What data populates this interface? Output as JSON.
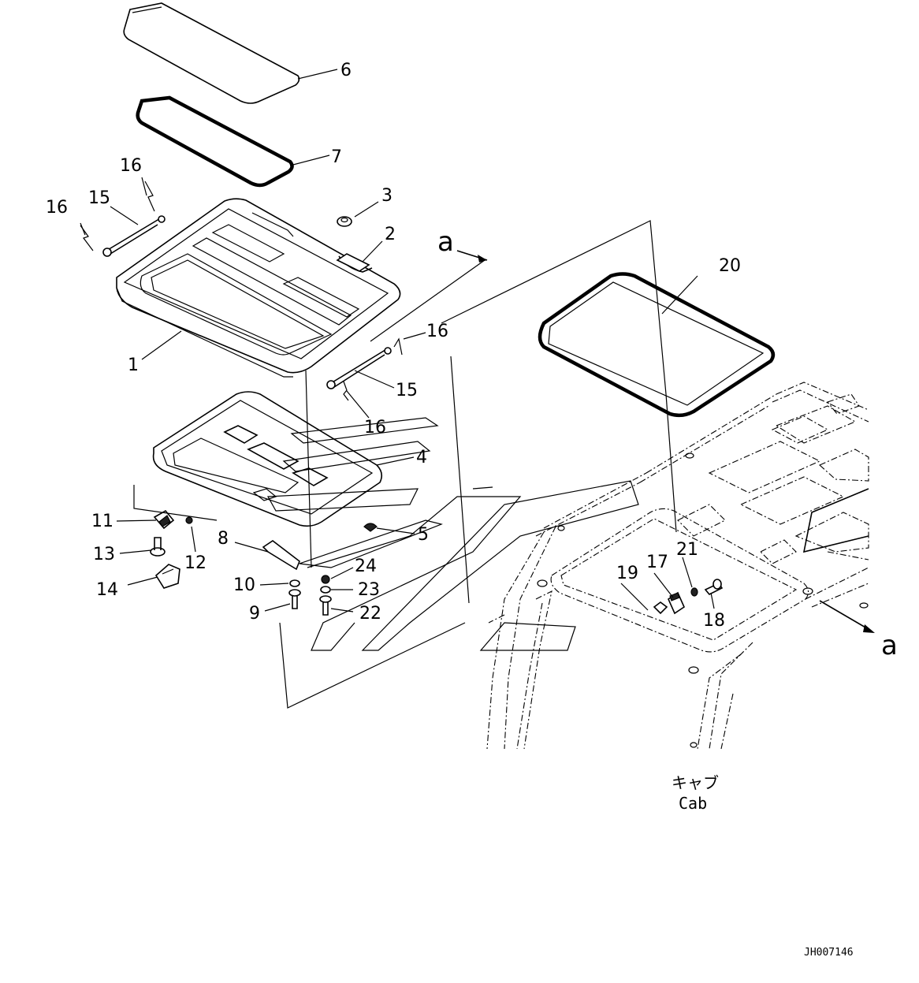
{
  "callouts": [
    {
      "id": "c6",
      "text": "6"
    },
    {
      "id": "c7",
      "text": "7"
    },
    {
      "id": "c16a",
      "text": "16"
    },
    {
      "id": "c16b",
      "text": "16"
    },
    {
      "id": "c15a",
      "text": "15"
    },
    {
      "id": "c3",
      "text": "3"
    },
    {
      "id": "c2",
      "text": "2"
    },
    {
      "id": "c1",
      "text": "1"
    },
    {
      "id": "c16c",
      "text": "16"
    },
    {
      "id": "c15b",
      "text": "15"
    },
    {
      "id": "c16d",
      "text": "16"
    },
    {
      "id": "c20",
      "text": "20"
    },
    {
      "id": "c4",
      "text": "4"
    },
    {
      "id": "c5",
      "text": "5"
    },
    {
      "id": "c11",
      "text": "11"
    },
    {
      "id": "c12",
      "text": "12"
    },
    {
      "id": "c13",
      "text": "13"
    },
    {
      "id": "c14",
      "text": "14"
    },
    {
      "id": "c8",
      "text": "8"
    },
    {
      "id": "c24",
      "text": "24"
    },
    {
      "id": "c10",
      "text": "10"
    },
    {
      "id": "c23",
      "text": "23"
    },
    {
      "id": "c9",
      "text": "9"
    },
    {
      "id": "c22",
      "text": "22"
    },
    {
      "id": "c21",
      "text": "21"
    },
    {
      "id": "c17",
      "text": "17"
    },
    {
      "id": "c19",
      "text": "19"
    },
    {
      "id": "c18",
      "text": "18"
    }
  ],
  "view_markers": {
    "upper": "a",
    "lower": "a"
  },
  "cab_label": {
    "jp": "キャブ",
    "en": "Cab"
  },
  "drawing_id": "JH007146"
}
